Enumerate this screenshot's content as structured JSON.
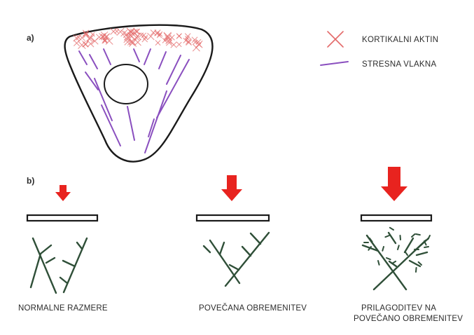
{
  "panel_a": {
    "label": "a)",
    "legend": [
      {
        "text": "KORTIKALNI AKTIN",
        "symbol": "cross-icon",
        "color": "#e46b6b"
      },
      {
        "text": "STRESNA VLAKNA",
        "symbol": "line-icon",
        "color": "#8a4fbf"
      }
    ]
  },
  "panel_b": {
    "label": "b)",
    "columns": [
      {
        "caption_lines": [
          "NORMALNE RAZMERE"
        ],
        "arrow_size": "small"
      },
      {
        "caption_lines": [
          "POVEČANA OBREMENITEV"
        ],
        "arrow_size": "medium"
      },
      {
        "caption_lines": [
          "PRILAGODITEV NA",
          "POVEČANO OBREMENITEV"
        ],
        "arrow_size": "large"
      }
    ]
  },
  "colors": {
    "actin": "#e46b6b",
    "stress_fiber": "#8a4fbf",
    "arrow": "#e8231f",
    "branch": "#2f4f38",
    "outline": "#1a1a1a"
  }
}
